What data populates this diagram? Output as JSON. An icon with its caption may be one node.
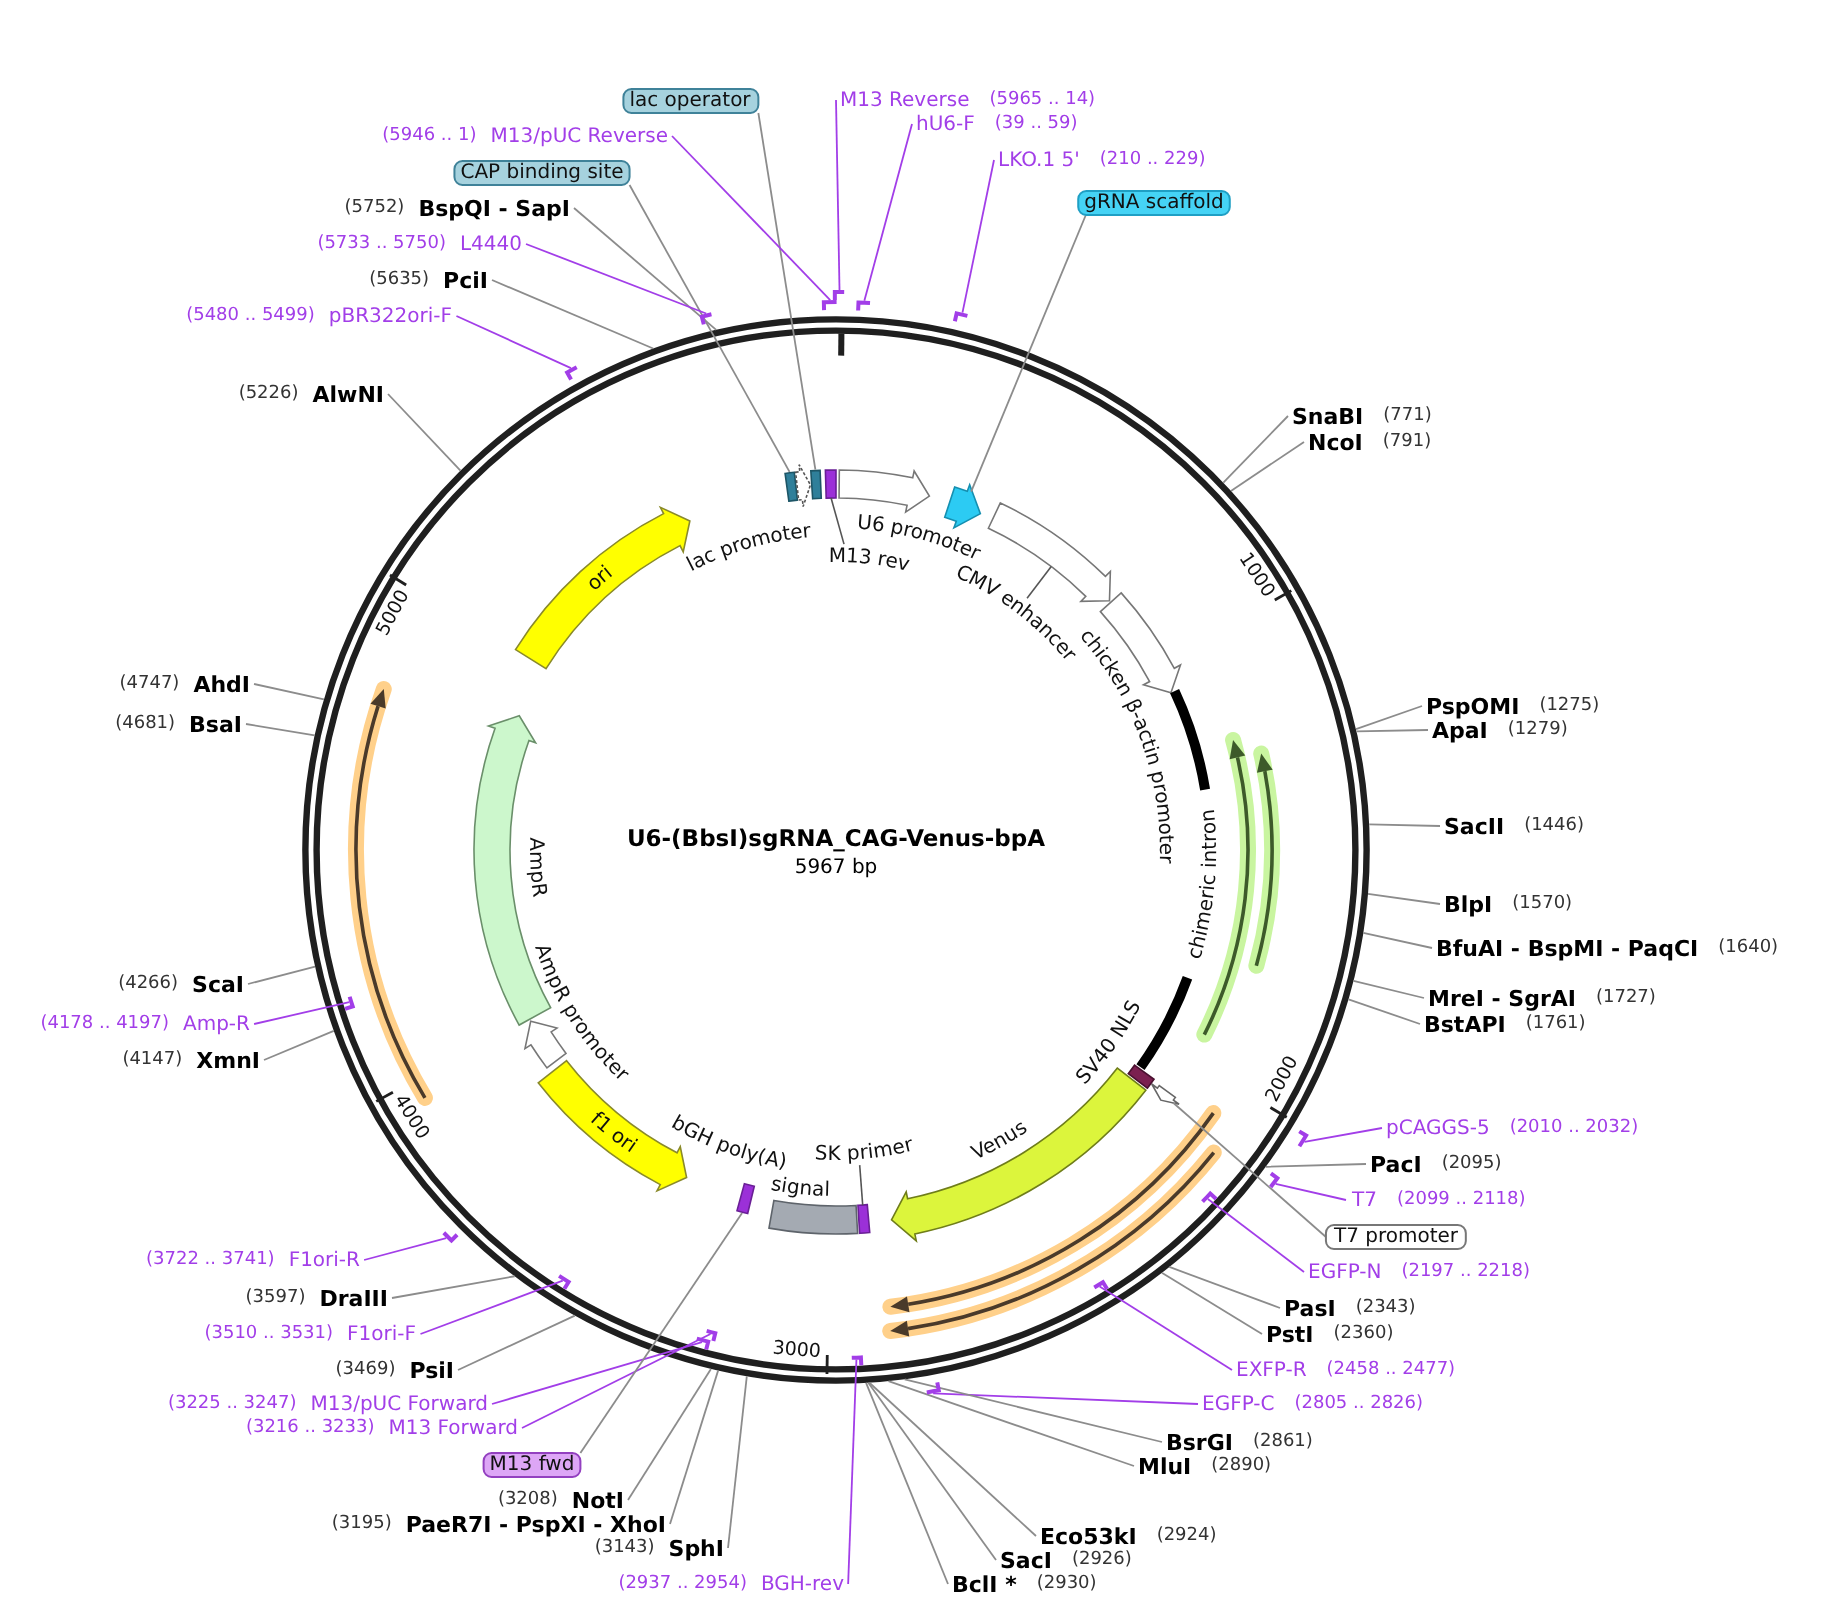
{
  "diagram": {
    "title": "U6-(BbsI)sgRNA_CAG-Venus-bpA",
    "nodes": [
      {
        "text": [],
        "shape": "circle"
      },
      {
        "text": [
          "lac operator"
        ]
      },
      {
        "text": [
          "M13 Reverse"
        ],
        "beside": [
          "(5965 .. 14)"
        ]
      },
      {
        "text": [
          "M13/pUC Reverse"
        ],
        "beside": [
          "(5946 .. 1)"
        ]
      },
      {
        "text": [
          "hU6-F"
        ],
        "beside": [
          "(39 .. 59)"
        ]
      },
      {
        "text": [
          "LKO.1 5'"
        ],
        "beside": [
          "(210 .. 229)"
        ]
      },
      {
        "text": [
          "CAP binding site"
        ]
      },
      {
        "text": [
          "gRNA scaffold"
        ]
      },
      {
        "text": [
          "BspQI - SapI"
        ],
        "beside": [
          "(5752)"
        ]
      },
      {
        "text": [
          "L4440"
        ],
        "beside": [
          "(5733 .. 5750)"
        ]
      },
      {
        "text": [
          "PciI"
        ],
        "beside": [
          "(5635)"
        ]
      },
      {
        "text": [
          "pBR322ori-F"
        ],
        "beside": [
          "(5480 .. 5499)"
        ]
      },
      {
        "text": [
          "AlwNI"
        ],
        "beside": [
          "(5226)"
        ]
      },
      {
        "text": [
          "SnaBI"
        ],
        "beside": [
          "(771)"
        ]
      },
      {
        "text": [
          "NcoI"
        ],
        "beside": [
          "(791)"
        ]
      },
      {
        "text": [
          "AhdI"
        ],
        "beside": [
          "(4747)"
        ]
      },
      {
        "text": [
          "PspOMI"
        ],
        "beside": [
          "(1275)"
        ]
      },
      {
        "text": [
          "ApaI"
        ],
        "beside": [
          "(1279)"
        ]
      },
      {
        "text": [
          "BsaI"
        ],
        "beside": [
          "(4681)"
        ]
      },
      {
        "text": [
          "SacII"
        ],
        "beside": [
          "(1446)"
        ]
      },
      {
        "text": [
          "BlpI"
        ],
        "beside": [
          "(1570)"
        ]
      },
      {
        "text": [
          "BfuAI - BspMI - PaqCI"
        ],
        "beside": [
          "(1640)"
        ]
      },
      {
        "text": [
          "ScaI"
        ],
        "beside": [
          "(4266)"
        ]
      },
      {
        "text": [
          "MreI - SgrAI"
        ],
        "beside": [
          "(1727)"
        ]
      },
      {
        "text": [
          "Amp-R"
        ],
        "beside": [
          "(4178 .. 4197)"
        ]
      },
      {
        "text": [
          "BstAPI"
        ],
        "beside": [
          "(1761)"
        ]
      },
      {
        "text": [
          "XmnI"
        ],
        "beside": [
          "(4147)"
        ]
      },
      {
        "text": [
          "pCAGGS-5"
        ],
        "beside": [
          "(2010 .. 2032)"
        ]
      },
      {
        "text": [
          "PacI"
        ],
        "beside": [
          "(2095)"
        ]
      },
      {
        "text": [
          "T7"
        ],
        "beside": [
          "(2099 .. 2118)"
        ]
      },
      {
        "text": [
          "T7 promoter"
        ]
      },
      {
        "text": [
          "F1ori-R"
        ],
        "beside": [
          "(3722 .. 3741)"
        ]
      },
      {
        "text": [
          "EGFP-N"
        ],
        "beside": [
          "(2197 .. 2218)"
        ]
      },
      {
        "text": [
          "DraIII"
        ],
        "beside": [
          "(3597)"
        ]
      },
      {
        "text": [
          "PasI"
        ],
        "beside": [
          "(2343)"
        ]
      },
      {
        "text": [
          "PstI"
        ],
        "beside": [
          "(2360)"
        ]
      },
      {
        "text": [
          "F1ori-F"
        ],
        "beside": [
          "(3510 .. 3531)"
        ]
      },
      {
        "text": [
          "EXFP-R"
        ],
        "beside": [
          "(2458 .. 2477)"
        ]
      },
      {
        "text": [
          "PsiI"
        ],
        "beside": [
          "(3469)"
        ]
      },
      {
        "text": [
          "M13/pUC Forward"
        ],
        "beside": [
          "(3225 .. 3247)"
        ]
      },
      {
        "text": [
          "EGFP-C"
        ],
        "beside": [
          "(2805 .. 2826)"
        ]
      },
      {
        "text": [
          "M13 Forward"
        ],
        "beside": [
          "(3216 .. 3233)"
        ]
      },
      {
        "text": [
          "BsrGI"
        ],
        "beside": [
          "(2861)"
        ]
      },
      {
        "text": [
          "M13 fwd"
        ]
      },
      {
        "text": [
          "MluI"
        ],
        "beside": [
          "(2890)"
        ]
      },
      {
        "text": [
          "NotI"
        ],
        "beside": [
          "(3208)"
        ]
      },
      {
        "text": [
          "PaeR7I - PspXI - XhoI"
        ],
        "beside": [
          "(3195)"
        ]
      },
      {
        "text": [
          "Eco53kI"
        ],
        "beside": [
          "(2924)"
        ]
      },
      {
        "text": [
          "SphI"
        ],
        "beside": [
          "(3143)"
        ]
      },
      {
        "text": [
          "SacI"
        ],
        "beside": [
          "(2926)"
        ]
      },
      {
        "text": [
          "BGH-rev"
        ],
        "beside": [
          "(2937 .. 2954)"
        ]
      },
      {
        "text": [
          "BclI *"
        ],
        "beside": [
          "(2930)"
        ]
      },
      {
        "text": [],
        "shape": "box",
        "in": 0
      },
      {
        "text": [],
        "shape": "box",
        "in": 0
      },
      {
        "text": [],
        "shape": "arrow",
        "in": 0
      },
      {
        "text": [],
        "shape": "arrow",
        "in": 0
      },
      {
        "text": [],
        "shape": "box",
        "in": 0
      },
      {
        "text": [
          "lac promoter"
        ],
        "in": 0
      },
      {
        "text": [
          "M13 rev"
        ],
        "in": 0
      },
      {
        "text": [
          "U6 promoter"
        ],
        "in": 0
      },
      {
        "text": [
          "CMV enhancer"
        ],
        "in": 0
      },
      {
        "text": [
          "chicken β-actin promoter"
        ],
        "in": 0
      },
      {
        "text": [
          "chimeric intron"
        ],
        "in": 0
      },
      {
        "text": [
          "SV40 NLS"
        ],
        "in": 0
      },
      {
        "text": [
          "Venus"
        ],
        "in": 0
      },
      {
        "text": [
          "SK primer"
        ],
        "in": 0
      },
      {
        "text": [
          "bGH poly(A) signal"
        ],
        "in": 0
      },
      {
        "text": [
          "f1 ori"
        ],
        "in": 0
      },
      {
        "text": [
          "AmpR promoter"
        ],
        "in": 0
      },
      {
        "text": [
          "AmpR"
        ],
        "in": 0
      },
      {
        "text": [
          "ori"
        ],
        "in": 0
      },
      {
        "text": [],
        "shape": "bar"
      },
      {
        "text": [],
        "shape": "bar"
      },
      {
        "text": [],
        "shape": "bar"
      },
      {
        "text": [],
        "shape": "bar"
      },
      {
        "text": [],
        "shape": "bar"
      },
      {
        "text": [],
        "shape": "bar"
      },
      {
        "text": [],
        "shape": "bar",
        "in": 0
      },
      {
        "text": [],
        "shape": "bar"
      },
      {
        "text": [],
        "shape": "bar"
      },
      {
        "text": [],
        "shape": "bar"
      },
      {
        "text": [],
        "shape": "bar",
        "in": 0
      },
      {
        "text": [],
        "shape": "bar",
        "in": 0
      },
      {
        "text": [],
        "shape": "bar",
        "in": 0
      },
      {
        "text": [],
        "shape": "bar",
        "in": 0
      },
      {
        "text": [],
        "shape": "bar"
      },
      {
        "text": [],
        "shape": "bar",
        "in": 0
      },
      {
        "text": [],
        "shape": "bar",
        "in": 0
      }
    ],
    "edges": [
      {
        "from": 1,
        "to": 52,
        "arrow": "none"
      },
      {
        "from": 2,
        "to": 71,
        "arrow": "none",
        "color": "#a23ee8"
      },
      {
        "from": 3,
        "to": 72,
        "arrow": "none",
        "color": "#a23ee8"
      },
      {
        "from": 4,
        "to": 73,
        "arrow": "none",
        "color": "#a23ee8"
      },
      {
        "from": 5,
        "to": 74,
        "arrow": "none",
        "color": "#a23ee8"
      },
      {
        "from": 6,
        "to": 53,
        "arrow": "none"
      },
      {
        "from": 7,
        "to": 54,
        "arrow": "none"
      },
      {
        "from": 8,
        "to": 0,
        "arrow": "none"
      },
      {
        "from": 9,
        "to": 75,
        "arrow": "none",
        "color": "#a23ee8"
      },
      {
        "from": 10,
        "to": 0,
        "arrow": "none"
      },
      {
        "from": 11,
        "to": 76,
        "arrow": "none",
        "color": "#a23ee8"
      },
      {
        "from": 12,
        "to": 0,
        "arrow": "none"
      },
      {
        "from": 13,
        "to": 0,
        "arrow": "none"
      },
      {
        "from": 14,
        "to": 0,
        "arrow": "none"
      },
      {
        "from": 15,
        "to": 0,
        "arrow": "none"
      },
      {
        "from": 16,
        "to": 0,
        "arrow": "none"
      },
      {
        "from": 17,
        "to": 0,
        "arrow": "none"
      },
      {
        "from": 18,
        "to": 0,
        "arrow": "none"
      },
      {
        "from": 19,
        "to": 0,
        "arrow": "none"
      },
      {
        "from": 20,
        "to": 0,
        "arrow": "none"
      },
      {
        "from": 21,
        "to": 0,
        "arrow": "none"
      },
      {
        "from": 22,
        "to": 0,
        "arrow": "none"
      },
      {
        "from": 23,
        "to": 0,
        "arrow": "none"
      },
      {
        "from": 24,
        "to": 77,
        "arrow": "none",
        "color": "#a23ee8"
      },
      {
        "from": 25,
        "to": 0,
        "arrow": "none"
      },
      {
        "from": 26,
        "to": 0,
        "arrow": "none"
      },
      {
        "from": 27,
        "to": 78,
        "arrow": "none",
        "color": "#a23ee8"
      },
      {
        "from": 28,
        "to": 0,
        "arrow": "none"
      },
      {
        "from": 29,
        "to": 79,
        "arrow": "none",
        "color": "#a23ee8"
      },
      {
        "from": 30,
        "to": 55,
        "arrow": "none"
      },
      {
        "from": 31,
        "to": 80,
        "arrow": "none",
        "color": "#a23ee8"
      },
      {
        "from": 32,
        "to": 81,
        "arrow": "none",
        "color": "#a23ee8"
      },
      {
        "from": 33,
        "to": 0,
        "arrow": "none"
      },
      {
        "from": 34,
        "to": 0,
        "arrow": "none"
      },
      {
        "from": 35,
        "to": 0,
        "arrow": "none"
      },
      {
        "from": 36,
        "to": 82,
        "arrow": "none",
        "color": "#a23ee8"
      },
      {
        "from": 37,
        "to": 83,
        "arrow": "none",
        "color": "#a23ee8"
      },
      {
        "from": 38,
        "to": 0,
        "arrow": "none"
      },
      {
        "from": 39,
        "to": 84,
        "arrow": "none",
        "color": "#a23ee8"
      },
      {
        "from": 40,
        "to": 85,
        "arrow": "none",
        "color": "#a23ee8"
      },
      {
        "from": 41,
        "to": 86,
        "arrow": "none",
        "color": "#a23ee8"
      },
      {
        "from": 42,
        "to": 0,
        "arrow": "none"
      },
      {
        "from": 43,
        "to": 56,
        "arrow": "none"
      },
      {
        "from": 44,
        "to": 0,
        "arrow": "none"
      },
      {
        "from": 45,
        "to": 0,
        "arrow": "none"
      },
      {
        "from": 46,
        "to": 0,
        "arrow": "none"
      },
      {
        "from": 47,
        "to": 0,
        "arrow": "none"
      },
      {
        "from": 48,
        "to": 0,
        "arrow": "none"
      },
      {
        "from": 49,
        "to": 0,
        "arrow": "none"
      },
      {
        "from": 50,
        "to": 87,
        "arrow": "none",
        "color": "#a23ee8"
      },
      {
        "from": 51,
        "to": 0,
        "arrow": "none"
      }
    ],
    "labels": [
      "1000",
      "5000",
      "5967 bp",
      "2000",
      "4000",
      "3000"
    ]
  }
}
